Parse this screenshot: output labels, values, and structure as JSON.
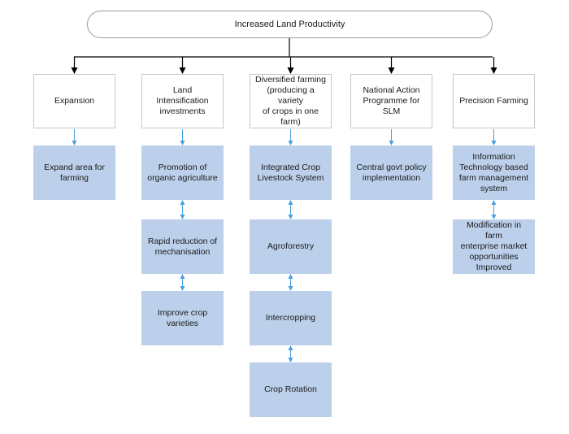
{
  "title": "Increased Land Productivity",
  "colors": {
    "header_fill": "#ffffff",
    "item_fill": "#bcd0eb",
    "connector": "#000000",
    "arrow": "#4a9fdc"
  },
  "columns": [
    {
      "header": "Expansion",
      "items": [
        "Expand area for\nfarming"
      ]
    },
    {
      "header": "Land Intensification\ninvestments",
      "items": [
        "Promotion of\norganic agriculture",
        "Rapid reduction of\nmechanisation",
        "Improve crop\nvarieties"
      ]
    },
    {
      "header": "Diversified farming\n(producing a variety\nof crops in one\nfarm)",
      "items": [
        "Integrated Crop\nLivestock System",
        "Agroforestry",
        "Intercropping",
        "Crop Rotation"
      ]
    },
    {
      "header": "National Action\nProgramme for SLM",
      "items": [
        "Central govt policy\nimplementation"
      ]
    },
    {
      "header": "Precision Farming",
      "items": [
        "Information\nTechnology based\nfarm management\nsystem",
        "Modification in farm\nenterprise market\nopportunities\nImproved"
      ]
    }
  ]
}
